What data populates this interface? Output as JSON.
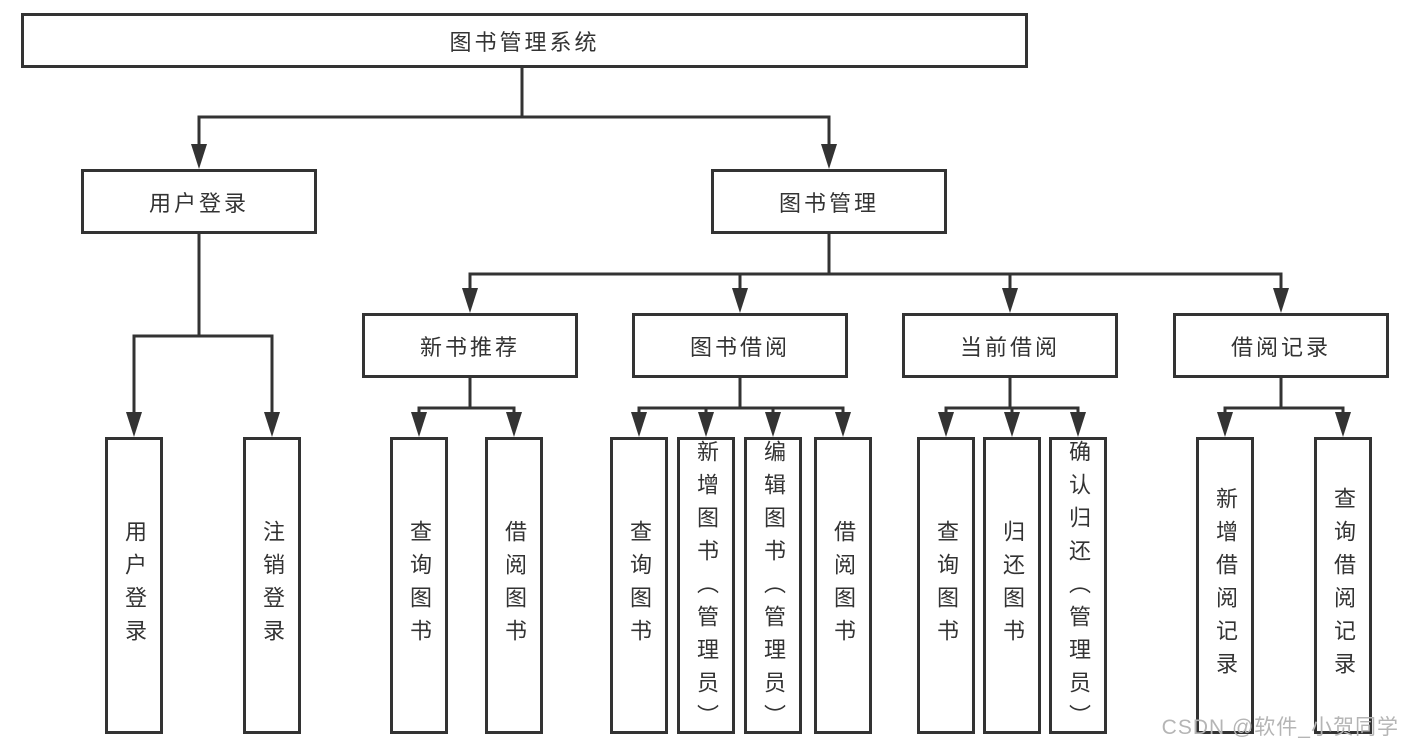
{
  "diagram": {
    "title": "图书管理系统",
    "root": {
      "label": "图书管理系统",
      "children": [
        {
          "label": "用户登录",
          "children": [
            {
              "label": "用户登录"
            },
            {
              "label": "注销登录"
            }
          ]
        },
        {
          "label": "图书管理",
          "children": [
            {
              "label": "新书推荐",
              "children": [
                {
                  "label": "查询图书"
                },
                {
                  "label": "借阅图书"
                }
              ]
            },
            {
              "label": "图书借阅",
              "children": [
                {
                  "label": "查询图书"
                },
                {
                  "label": "新增图书（管理员）"
                },
                {
                  "label": "编辑图书（管理员）"
                },
                {
                  "label": "借阅图书"
                }
              ]
            },
            {
              "label": "当前借阅",
              "children": [
                {
                  "label": "查询图书"
                },
                {
                  "label": "归还图书"
                },
                {
                  "label": "确认归还（管理员）"
                }
              ]
            },
            {
              "label": "借阅记录",
              "children": [
                {
                  "label": "新增借阅记录"
                },
                {
                  "label": "查询借阅记录"
                }
              ]
            }
          ]
        }
      ]
    }
  },
  "watermark": {
    "text": "CSDN @软件_小贺同学"
  },
  "colors": {
    "line": "#333333",
    "box_border": "#333333",
    "text": "#333333",
    "watermark": "#b5b5b5",
    "background": "#ffffff"
  }
}
